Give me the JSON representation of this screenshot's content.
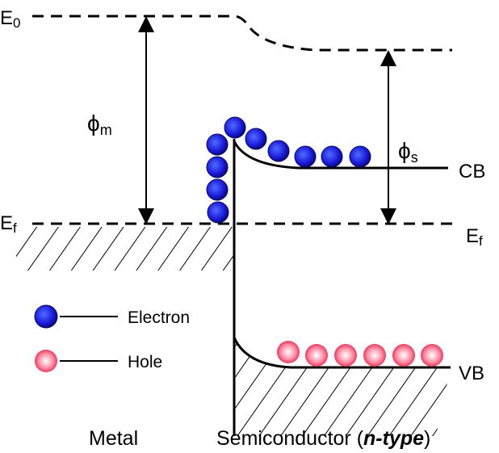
{
  "labels": {
    "vacuum_level": "E",
    "vacuum_sub": "0",
    "fermi_left": "E",
    "fermi_left_sub": "f",
    "fermi_right": "E",
    "fermi_right_sub": "f",
    "phi_m": "ϕ",
    "phi_m_sub": "m",
    "phi_s": "ϕ",
    "phi_s_sub": "s",
    "cb": "CB",
    "vb": "VB",
    "metal": "Metal",
    "semiconductor": "Semiconductor (",
    "semiconductor_type": "n-type",
    "semiconductor_close": ")"
  },
  "legend": {
    "electron": "Electron",
    "hole": "Hole"
  },
  "colors": {
    "electron": "#1a1adb",
    "hole": "#f0335a"
  }
}
